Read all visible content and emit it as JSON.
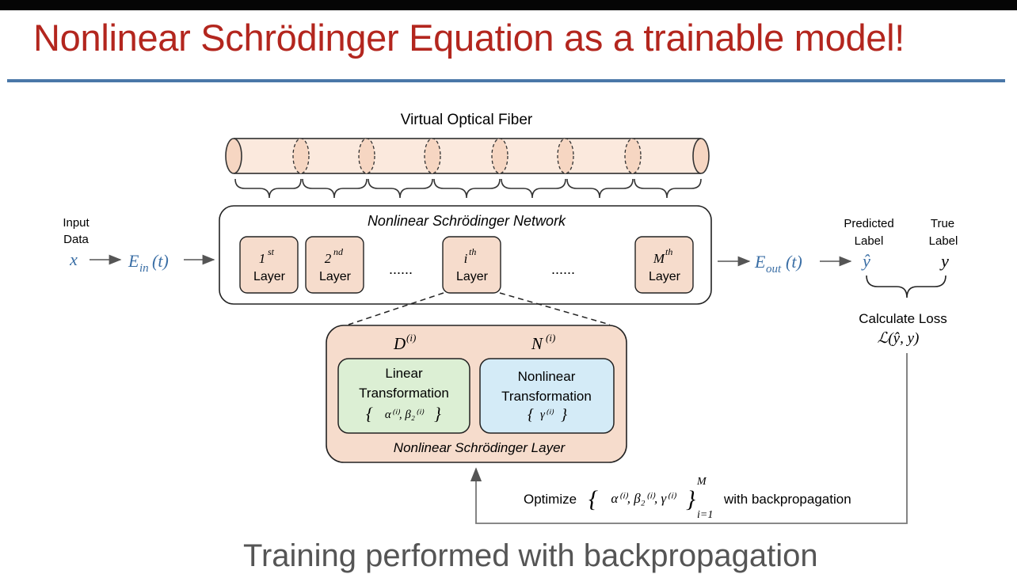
{
  "title": "Nonlinear Schrödinger Equation as a trainable model!",
  "fiber_label": "Virtual Optical Fiber",
  "input": {
    "label_line1": "Input",
    "label_line2": "Data",
    "x": "x",
    "e_in_base": "E",
    "e_in_sub": "in",
    "e_in_arg": "(t)"
  },
  "network": {
    "title": "Nonlinear Schrödinger Network",
    "layers": [
      {
        "sup_base": "1",
        "sup": "st",
        "label": "Layer"
      },
      {
        "sup_base": "2",
        "sup": "nd",
        "label": "Layer"
      },
      {
        "sup_base": "i",
        "sup": "th",
        "label": "Layer"
      },
      {
        "sup_base": "M",
        "sup": "th",
        "label": "Layer"
      }
    ],
    "ellipsis": "......"
  },
  "output": {
    "e_out_base": "E",
    "e_out_sub": "out",
    "e_out_arg": "(t)"
  },
  "labels": {
    "predicted_line1": "Predicted",
    "predicted_line2": "Label",
    "predicted_symbol": "ŷ",
    "true_line1": "True",
    "true_line2": "Label",
    "true_symbol": "y"
  },
  "loss": {
    "label": "Calculate Loss",
    "formula": "ℒ(ŷ, y)"
  },
  "layer_detail": {
    "d_label": "D",
    "n_label": "N",
    "sup_i": "(i)",
    "linear": {
      "line1": "Linear",
      "line2": "Transformation",
      "params": "α⁽ⁱ⁾, β₂⁽ⁱ⁾"
    },
    "nonlinear": {
      "line1": "Nonlinear",
      "line2": "Transformation",
      "params": "γ⁽ⁱ⁾"
    },
    "caption": "Nonlinear Schrödinger Layer"
  },
  "optimize": {
    "word": "Optimize",
    "params": "α⁽ⁱ⁾, β₂⁽ⁱ⁾, γ⁽ⁱ⁾",
    "upper": "M",
    "lower": "i=1",
    "tail": "with backpropagation"
  },
  "bottom_caption": "Training performed with backpropagation",
  "colors": {
    "title_red": "#b3261e",
    "rule_blue": "#4a77a8",
    "math_blue": "#3a6ea5",
    "peach": "#f6dccc",
    "green": "#dcefd4",
    "light_blue": "#d4ebf7"
  }
}
